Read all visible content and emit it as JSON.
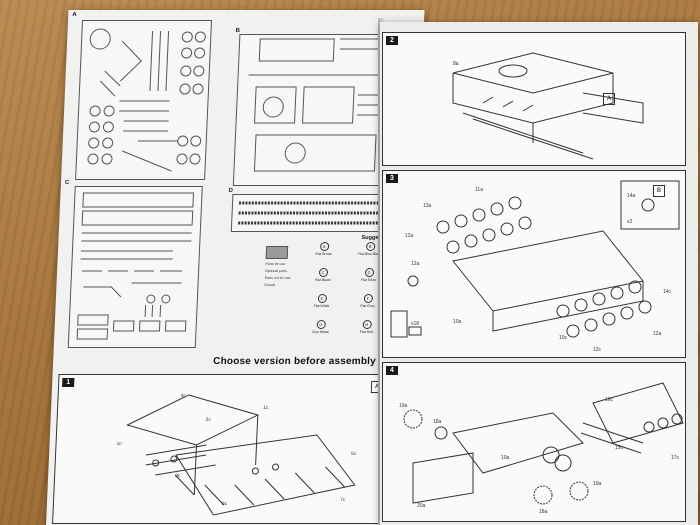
{
  "left_page": {
    "sprue_labels": [
      "A",
      "B",
      "C",
      "D"
    ],
    "headline": "Choose version before assembly",
    "colors": {
      "title": "Suggested Colors",
      "legend": [
        "Parts for use",
        "Optional parts",
        "Parts not for use",
        "Decals"
      ],
      "paints": [
        {
          "letter": "A",
          "name": "Flat Brown"
        },
        {
          "letter": "B",
          "name": "Flat Blue Black"
        },
        {
          "letter": "C",
          "name": "Flat Black"
        },
        {
          "letter": "D",
          "name": "Flat Silver"
        },
        {
          "letter": "E",
          "name": "Flat White"
        },
        {
          "letter": "F",
          "name": "Flat Grey"
        },
        {
          "letter": "G",
          "name": "Gun Metal"
        },
        {
          "letter": "H",
          "name": "Flat Red"
        }
      ]
    }
  },
  "steps": [
    {
      "number": "1",
      "version": "A",
      "parts": [
        "4c",
        "1c",
        "3c",
        "2c",
        "1c",
        "5c",
        "7c",
        "5c"
      ]
    },
    {
      "number": "2",
      "version": "A",
      "parts": [
        "8a"
      ]
    },
    {
      "number": "3",
      "version": "B",
      "parts": [
        "11a",
        "13a",
        "12a",
        "10a",
        "12a",
        "14a",
        "x2",
        "10c",
        "12a",
        "12c",
        "14c",
        "x18"
      ]
    },
    {
      "number": "4",
      "version": "",
      "parts": [
        "19a",
        "18a",
        "20a",
        "16c",
        "15c",
        "17c",
        "10a",
        "19a",
        "18a"
      ]
    }
  ]
}
